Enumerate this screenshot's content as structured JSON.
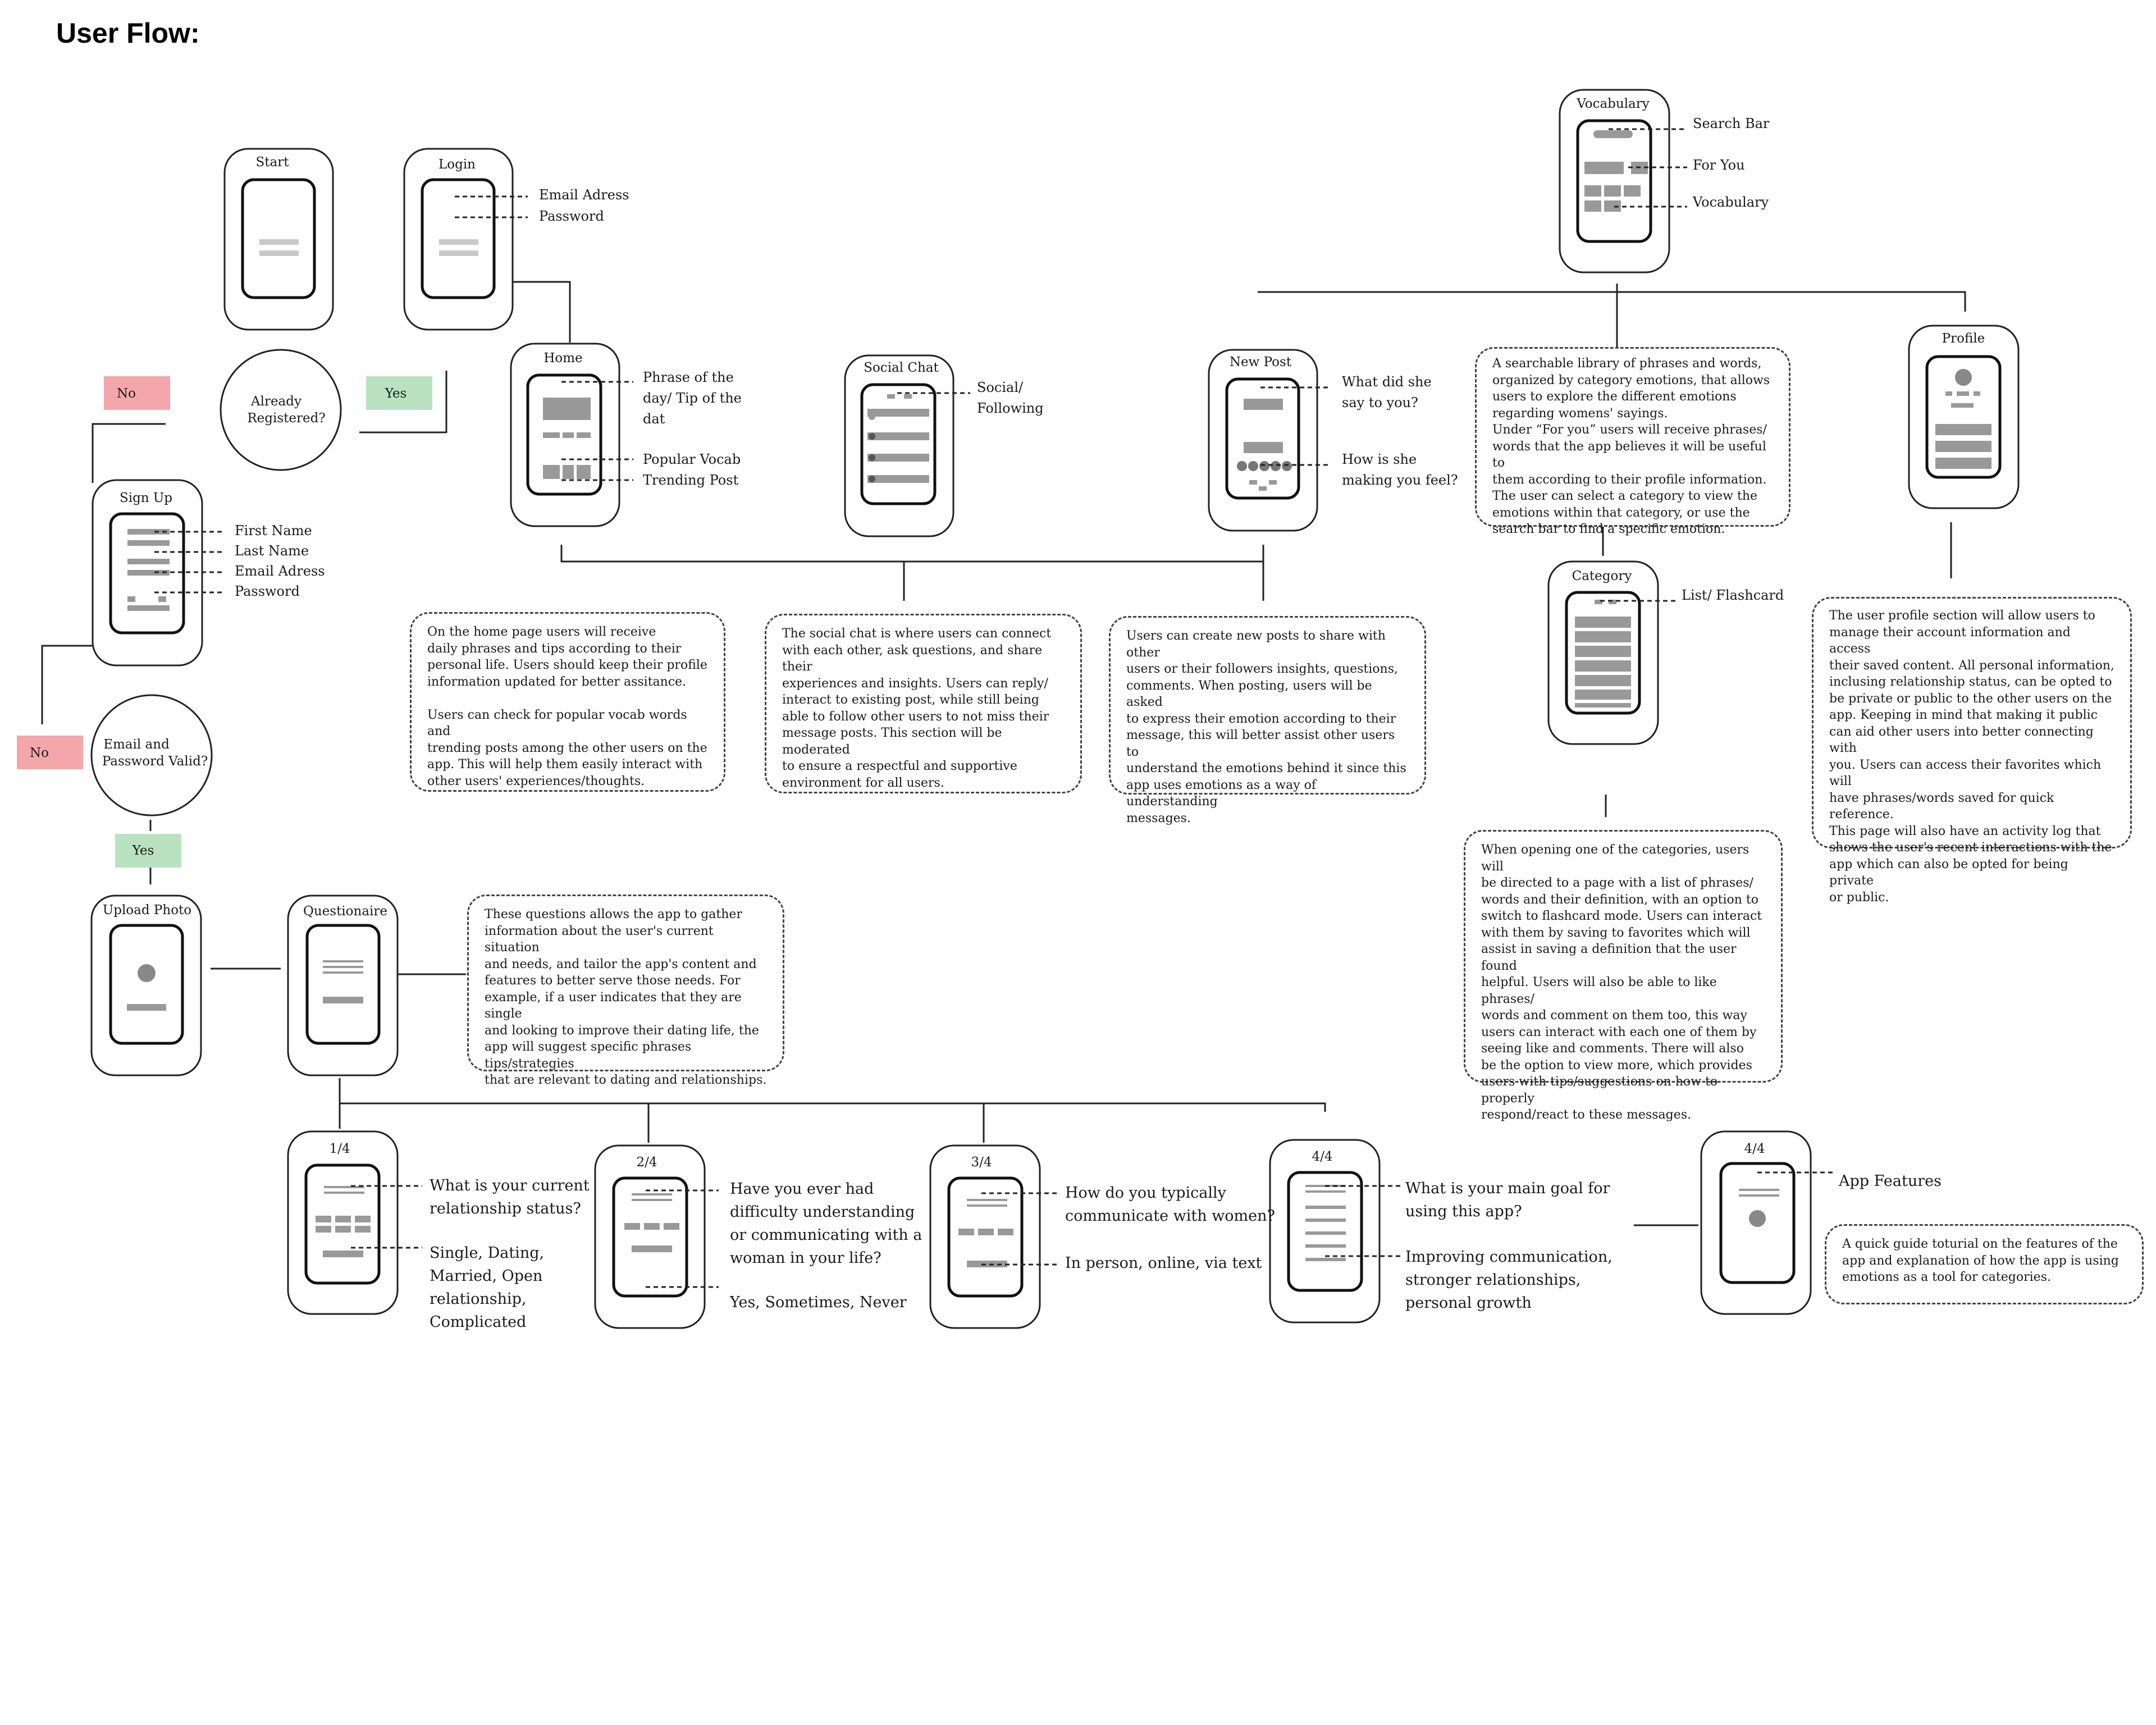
{
  "title": "User Flow:",
  "screens": {
    "start": "Start",
    "login": "Login",
    "home": "Home",
    "social": "Social Chat",
    "newpost": "New Post",
    "vocab": "Vocabulary",
    "category": "Category",
    "profile": "Profile",
    "signup": "Sign Up",
    "upload": "Upload Photo",
    "quest": "Questionaire",
    "q1": "1/4",
    "q2": "2/4",
    "q3": "3/4",
    "q4": "4/4",
    "q5": "4/4"
  },
  "decisions": {
    "registered": [
      "Already",
      "Registered?"
    ],
    "valid": [
      "Email and",
      "Password Valid?"
    ]
  },
  "badges": {
    "no": "No",
    "yes": "Yes"
  },
  "colors": {
    "no": "#f4a7ab",
    "yes": "#b9e3c0"
  },
  "annotations": {
    "login": [
      "Email Adress",
      "Password"
    ],
    "home": [
      "Phrase of the",
      "day/ Tip of the",
      "dat",
      "Popular Vocab",
      "Trending Post"
    ],
    "social": [
      "Social/",
      "Following"
    ],
    "newpost": [
      "What did she",
      "say to you?",
      "How is she",
      "making you feel?"
    ],
    "vocab": [
      "Search Bar",
      "For You",
      "Vocabulary"
    ],
    "category": "List/ Flashcard",
    "signup": [
      "First Name",
      "Last Name",
      "Email Adress",
      "Password"
    ],
    "q1": [
      "What is your current",
      "relationship status?",
      "Single, Dating,",
      "Married, Open",
      "relationship,",
      "Complicated"
    ],
    "q2": [
      "Have you ever had",
      "difficulty understanding",
      "or communicating with a",
      "woman in your life?",
      "Yes, Sometimes, Never"
    ],
    "q3": [
      "How do you typically",
      "communicate with women?",
      "In person, online, via text"
    ],
    "q4": [
      "What is your main goal for",
      "using this app?",
      "Improving communication,",
      "stronger relationships,",
      "personal growth"
    ],
    "q5": "App Features"
  },
  "notes": {
    "home": "On the home page users will receive\ndaily phrases and tips according to their\npersonal life. Users should keep their profile\ninformation updated for better assitance.\n\nUsers can check for popular vocab words and\ntrending posts among the other users on the\napp. This will help them easily interact with\nother users' experiences/thoughts.",
    "social": "The social chat is where users can connect\nwith each other, ask questions, and share their\nexperiences and insights. Users can reply/\ninteract to existing post, while still being\nable to follow other users to not miss their\nmessage posts. This section will be moderated\nto ensure a respectful and supportive\nenvironment for all users.",
    "newpost": "Users can create new posts to share with other\nusers or their followers insights, questions,\ncomments. When posting, users will be asked\nto express their emotion according to their\nmessage, this will better assist other users to\nunderstand the emotions behind it since this\napp uses emotions as a way of understanding\nmessages.",
    "vocab": "A searchable library of phrases and words,\norganized by category emotions, that allows\nusers to explore the different emotions\nregarding womens' sayings.\nUnder “For you” users will receive phrases/\nwords that the app believes it will be useful to\nthem according to their profile information.\nThe user can select a category to view the\nemotions within that category, or use the\nsearch bar to find a specific emotion.",
    "profile": "The user profile section will allow users to\nmanage their account information and access\ntheir saved content. All personal information,\ninclusing relationship status, can be opted to\nbe private or public to the other users on the\napp. Keeping in mind that making it public\ncan aid other users into better connecting with\nyou. Users can access their favorites which will\nhave phrases/words saved for quick reference.\nThis page will also have an activity log that\nshows the user's recent interactions with the\napp which can also be opted for being private\nor public.",
    "category": "When opening one of the categories, users will\nbe directed to a page with a list of phrases/\nwords and their definition, with an option to\nswitch to flashcard mode. Users can interact\nwith them by saving to favorites which will\nassist in saving a definition that the user found\nhelpful. Users will also be able to like phrases/\nwords and comment on them too, this way\nusers can interact with each one of them by\nseeing like and comments. There will also\nbe the option to view more, which provides\nusers with tips/suggestions on how to properly\nrespond/react to these messages.",
    "quest": "These questions allows the app to gather\ninformation about the user's current situation\nand needs, and tailor the app's content and\nfeatures to better serve those needs. For\nexample, if a user indicates that they are single\nand looking to improve their dating life, the\napp will suggest specific phrases tips/strategies\nthat are relevant to dating and relationships.",
    "features": "A quick guide toturial on the features of the\napp and explanation of how the app is using\nemotions as a tool for categories."
  }
}
